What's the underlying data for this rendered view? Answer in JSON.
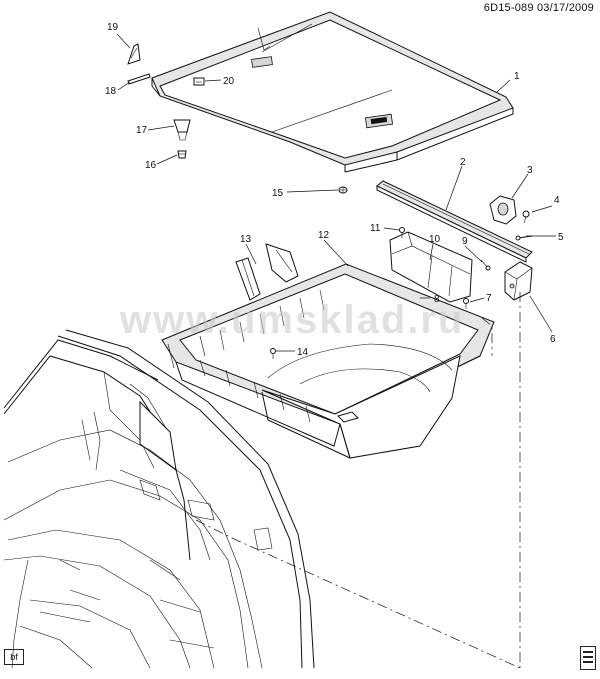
{
  "header": {
    "diagram_id": "6D15-089",
    "date": "03/17/2009"
  },
  "watermark": "www.umsklad.ru",
  "corner_tag": "bf",
  "callouts": {
    "c1": "1",
    "c2": "2",
    "c3": "3",
    "c4": "4",
    "c5": "5",
    "c6": "6",
    "c7": "7",
    "c8": "8",
    "c9": "9",
    "c10": "10",
    "c11": "11",
    "c12": "12",
    "c13": "13",
    "c14": "14",
    "c15": "15",
    "c16": "16",
    "c17": "17",
    "c18": "18",
    "c19": "19",
    "c20": "20"
  }
}
